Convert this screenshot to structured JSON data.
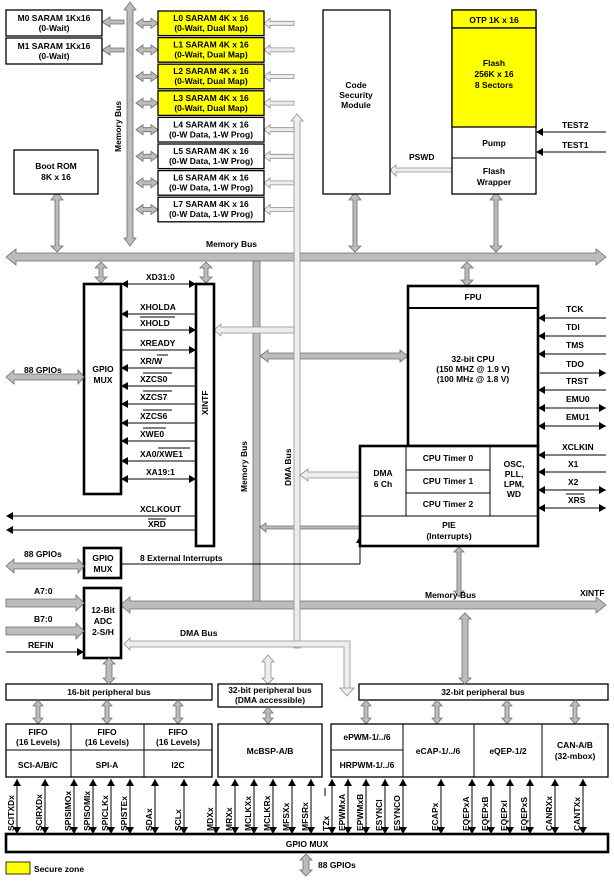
{
  "memory": {
    "m0": [
      "M0 SARAM 1Kx16",
      "(0-Wait)"
    ],
    "m1": [
      "M1 SARAM 1Kx16",
      "(0-Wait)"
    ],
    "saram": [
      [
        "L0 SARAM 4K x 16",
        "(0-Wait, Dual Map)"
      ],
      [
        "L1 SARAM 4K x 16",
        "(0-Wait, Dual Map)"
      ],
      [
        "L2 SARAM 4K x 16",
        "(0-Wait, Dual Map)"
      ],
      [
        "L3 SARAM 4K x 16",
        "(0-Wait, Dual Map)"
      ],
      [
        "L4 SARAM 4K x 16",
        "(0-W Data, 1-W Prog)"
      ],
      [
        "L5 SARAM 4K x 16",
        "(0-W Data, 1-W Prog)"
      ],
      [
        "L6 SARAM 4K x 16",
        "(0-W Data, 1-W Prog)"
      ],
      [
        "L7 SARAM 4K x 16",
        "(0-W Data, 1-W Prog)"
      ]
    ],
    "csm": [
      "Code",
      "Security",
      "Module"
    ],
    "otp": "OTP 1K x 16",
    "flash": [
      "Flash",
      "256K x 16",
      "8 Sectors"
    ],
    "pump": "Pump",
    "wrapper": [
      "Flash",
      "Wrapper"
    ],
    "boot": [
      "Boot ROM",
      "8K x 16"
    ],
    "pswd": "PSWD",
    "test2": "TEST2",
    "test1": "TEST1"
  },
  "buses": {
    "memory_bus": "Memory Bus",
    "dma_bus": "DMA Bus",
    "xintf": "XINTF"
  },
  "left": {
    "gpio_mux": [
      "GPIO",
      "MUX"
    ],
    "gpios88": "88 GPIOs",
    "xintf_signals": [
      "XD31:0",
      "XHOLDA",
      "XHOLD",
      "XREADY",
      "XR/W",
      "XZCS0",
      "XZCS7",
      "XZCS6",
      "XWE0",
      "XA0/XWE1",
      "XA19:1"
    ],
    "xclkout": "XCLKOUT",
    "xrd": "XRD",
    "ext_int": "8 External Interrupts",
    "adc": [
      "12-Bit",
      "ADC",
      "2-S/H"
    ],
    "a70": "A7:0",
    "b70": "B7:0",
    "refin": "REFIN"
  },
  "cpu": {
    "fpu": "FPU",
    "cpu": [
      "32-bit CPU",
      "(150 MHZ @ 1.9 V)",
      "(100 MHz @ 1.8 V)"
    ],
    "dma": [
      "DMA",
      "6 Ch"
    ],
    "timers": [
      "CPU Timer 0",
      "CPU Timer 1",
      "CPU Timer 2"
    ],
    "osc": [
      "OSC,",
      "PLL,",
      "LPM,",
      "WD"
    ],
    "pie": [
      "PIE",
      "(Interrupts)"
    ],
    "jtag": [
      "TCK",
      "TDI",
      "TMS",
      "TDO",
      "TRST",
      "EMU0",
      "EMU1"
    ],
    "clk": [
      "XCLKIN",
      "X1",
      "X2",
      "XRS"
    ]
  },
  "periph": {
    "bus16": "16-bit peripheral bus",
    "bus32dma": [
      "32-bit peripheral bus",
      "(DMA accessible)"
    ],
    "bus32": "32-bit peripheral bus",
    "fifo": [
      "FIFO",
      "(16 Levels)"
    ],
    "sci": "SCI-A/B/C",
    "spi": "SPI-A",
    "i2c": "I2C",
    "mcbsp": "McBSP-A/B",
    "epwm": "ePWM-1/../6",
    "hrpwm": "HRPWM-1/../6",
    "ecap": "eCAP-1/../6",
    "eqep": "eQEP-1/2",
    "can": [
      "CAN-A/B",
      "(32-mbox)"
    ],
    "pins": [
      "SCITXDx",
      "SCIRXDx",
      "SPISIMOx",
      "SPISOMIx",
      "SPICLKx",
      "SPISTEx",
      "SDAx",
      "SCLx",
      "MDXx",
      "MRXx",
      "MCLKXx",
      "MCLKRx",
      "MFSXx",
      "MFSRx",
      "TZx",
      "EPWMxA",
      "EPWMxB",
      "ESYNCI",
      "ESYNCO",
      "ECAPx",
      "EQEPxA",
      "EQEPxB",
      "EQEPxI",
      "EQEPxS",
      "CANRXx",
      "CANTXx"
    ],
    "gpio_mux": "GPIO MUX",
    "gpios88": "88 GPIOs"
  },
  "legend": {
    "label": "Secure zone",
    "color": "#ffff00"
  }
}
